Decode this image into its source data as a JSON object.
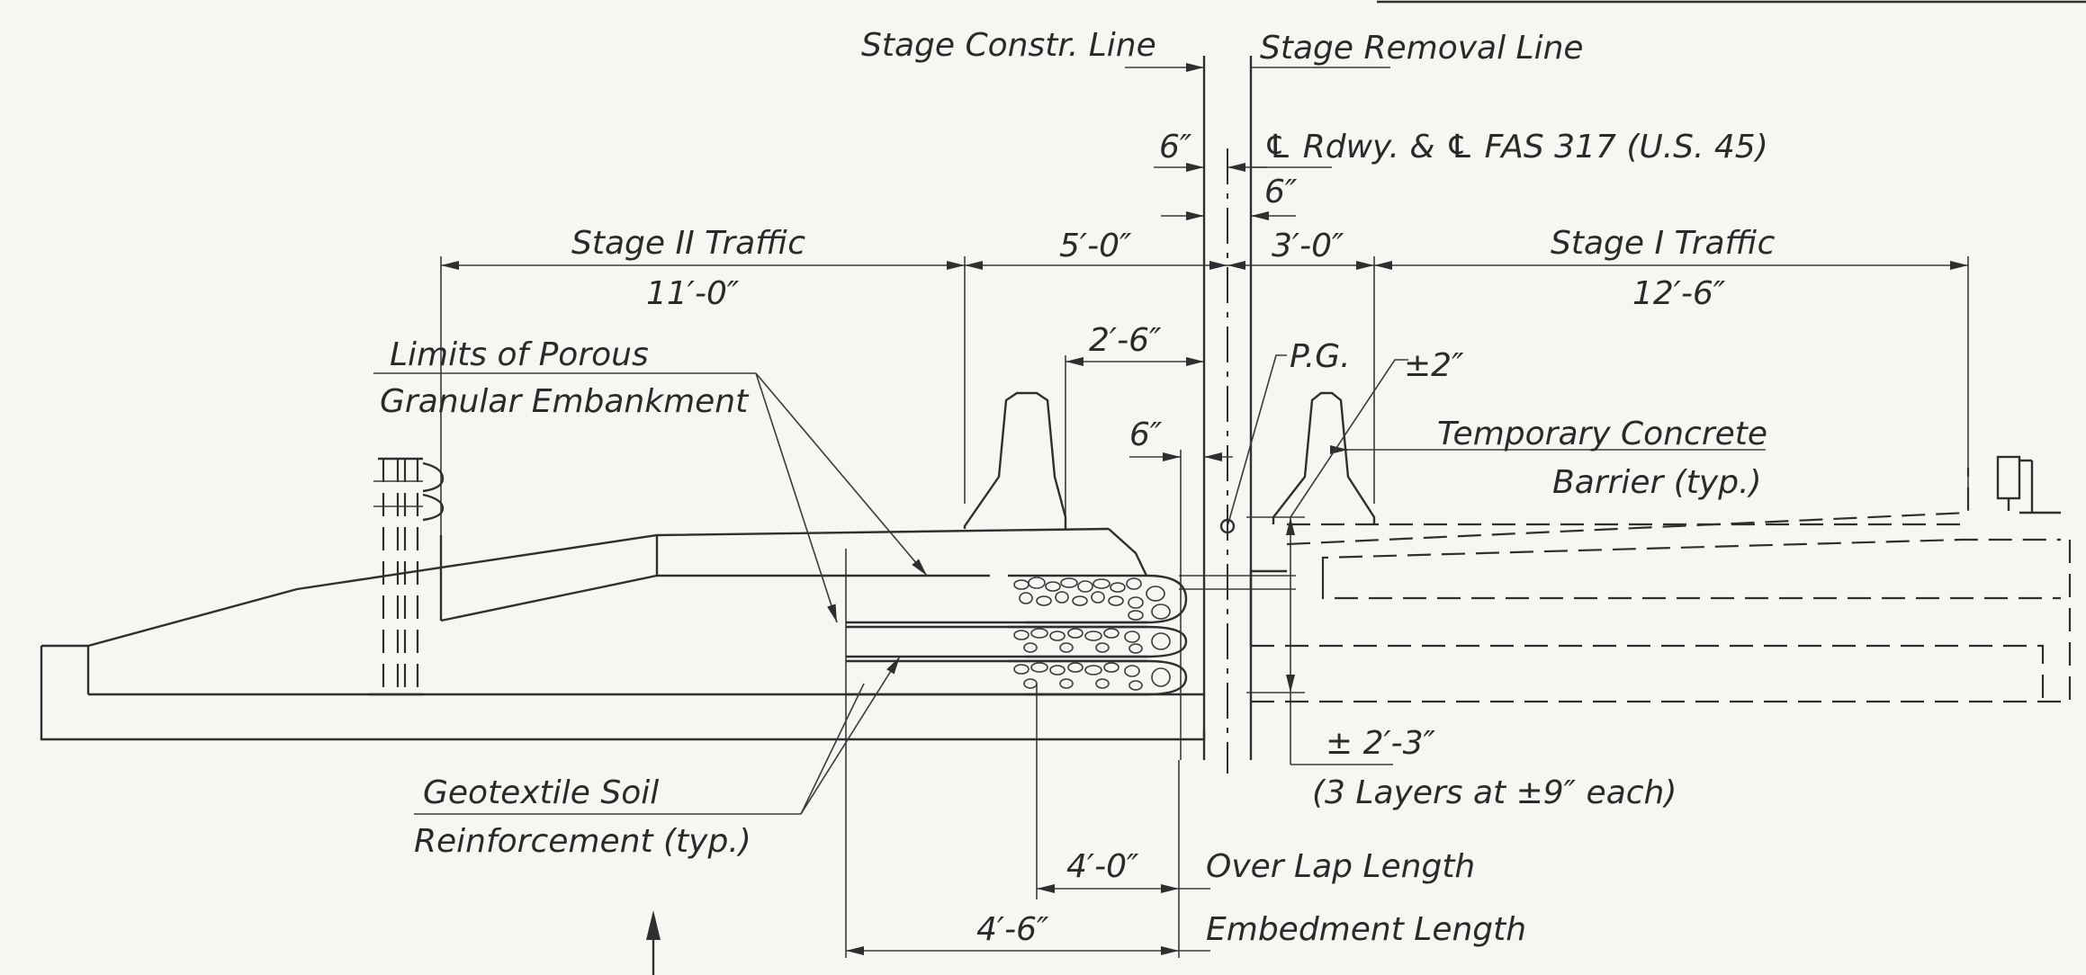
{
  "labels": {
    "stage_constr_line": "Stage Constr. Line",
    "stage_removal_line": "Stage Removal Line",
    "centerline_rdwy": "℄ Rdwy. & ℄ FAS 317 (U.S. 45)",
    "stage_ii_traffic": "Stage II Traffic",
    "stage_i_traffic": "Stage I Traffic",
    "limits_porous_1": "Limits of Porous",
    "limits_porous_2": "Granular Embankment",
    "pg": "P.G.",
    "temp_barrier_1": "Temporary Concrete",
    "temp_barrier_2": "Barrier (typ.)",
    "geotextile_1": "Geotextile Soil",
    "geotextile_2": "Reinforcement (typ.)",
    "overlap_length": "Over Lap Length",
    "embedment_length": "Embedment Length",
    "layers": "(3 Layers at ±9″ each)"
  },
  "dimensions": {
    "six_in_top": "6″",
    "six_in_right": "6″",
    "stage_ii_width": "11′-0″",
    "five_ft": "5′-0″",
    "three_ft": "3′-0″",
    "stage_i_width": "12′-6″",
    "two_ft_six": "2′-6″",
    "six_in_barrier": "6″",
    "plus_minus_two": "±2″",
    "depth": "± 2′-3″",
    "four_ft": "4′-0″",
    "four_ft_six": "4′-6″"
  }
}
